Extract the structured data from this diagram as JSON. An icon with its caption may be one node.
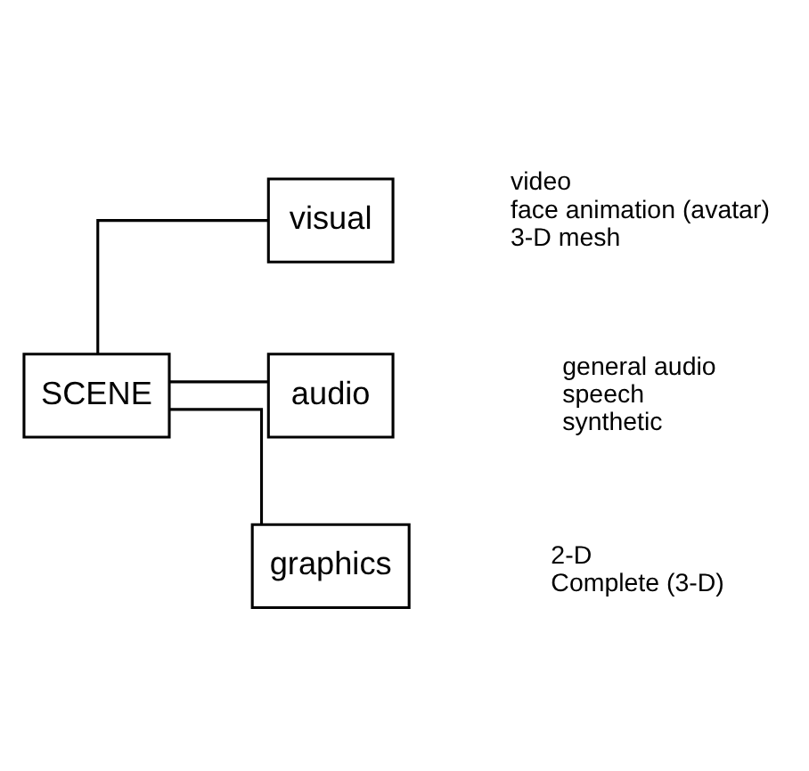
{
  "diagram": {
    "nodes": [
      {
        "text": [
          "SCENE"
        ]
      },
      {
        "text": [
          "visual"
        ],
        "beside": [
          "video",
          "face animation (avatar)",
          "3-D mesh"
        ]
      },
      {
        "text": [
          "audio"
        ],
        "beside": [
          "general audio",
          "speech",
          "synthetic"
        ]
      },
      {
        "text": [
          "graphics"
        ],
        "beside": [
          "2-D",
          "Complete (3-D)"
        ]
      }
    ],
    "edges": [
      {
        "from": 0,
        "to": 1,
        "arrow": "none"
      },
      {
        "from": 0,
        "to": 2,
        "arrow": "none"
      },
      {
        "from": 0,
        "to": 3,
        "arrow": "none"
      }
    ]
  }
}
